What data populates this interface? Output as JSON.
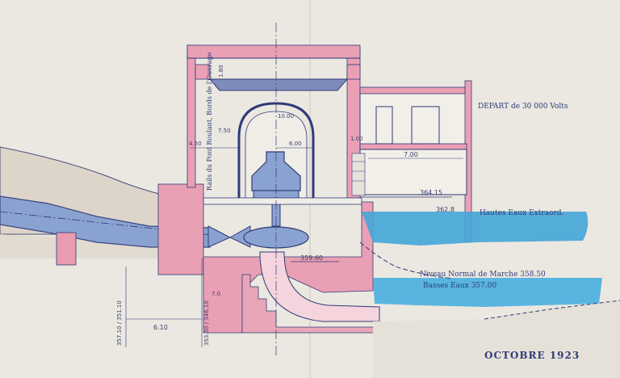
{
  "colors": {
    "paper": "#ece9e2",
    "pink": "#e99bb0",
    "pink_light": "#f1c2cf",
    "blue_water": "#4aa8d8",
    "blue_pipe": "#7b95c5",
    "ink": "#2f3a78",
    "ground": "#d9d1c7"
  },
  "labels": {
    "depart": "DEPART de 30 000 Volts",
    "hautes_eaux": "Hautes Eaux Extraord.",
    "niveau_marche": "Niveau Normal de Marche 358.50",
    "basses_eaux": "Basses Eaux 357.00",
    "date": "OCTOBRE 1923",
    "rail_note": "Rails du Pont Roulant, Bords de l'Ouvrage"
  },
  "levels": {
    "l_364": "364.15",
    "l_362": "362.8",
    "l_359": "359.60"
  },
  "dimensions": {
    "d_450": "4.50",
    "d_600": "6.00",
    "d_750": "7.50",
    "d_100": "1.00",
    "d_700": "7.00",
    "d_1000": "10.00",
    "d_180": "1.80",
    "d_610": "6.10",
    "d_70": "7.0"
  },
  "vertical_levels": {
    "v_a": "357.10 / 351.10",
    "v_b": "353.30 / 346.10"
  }
}
